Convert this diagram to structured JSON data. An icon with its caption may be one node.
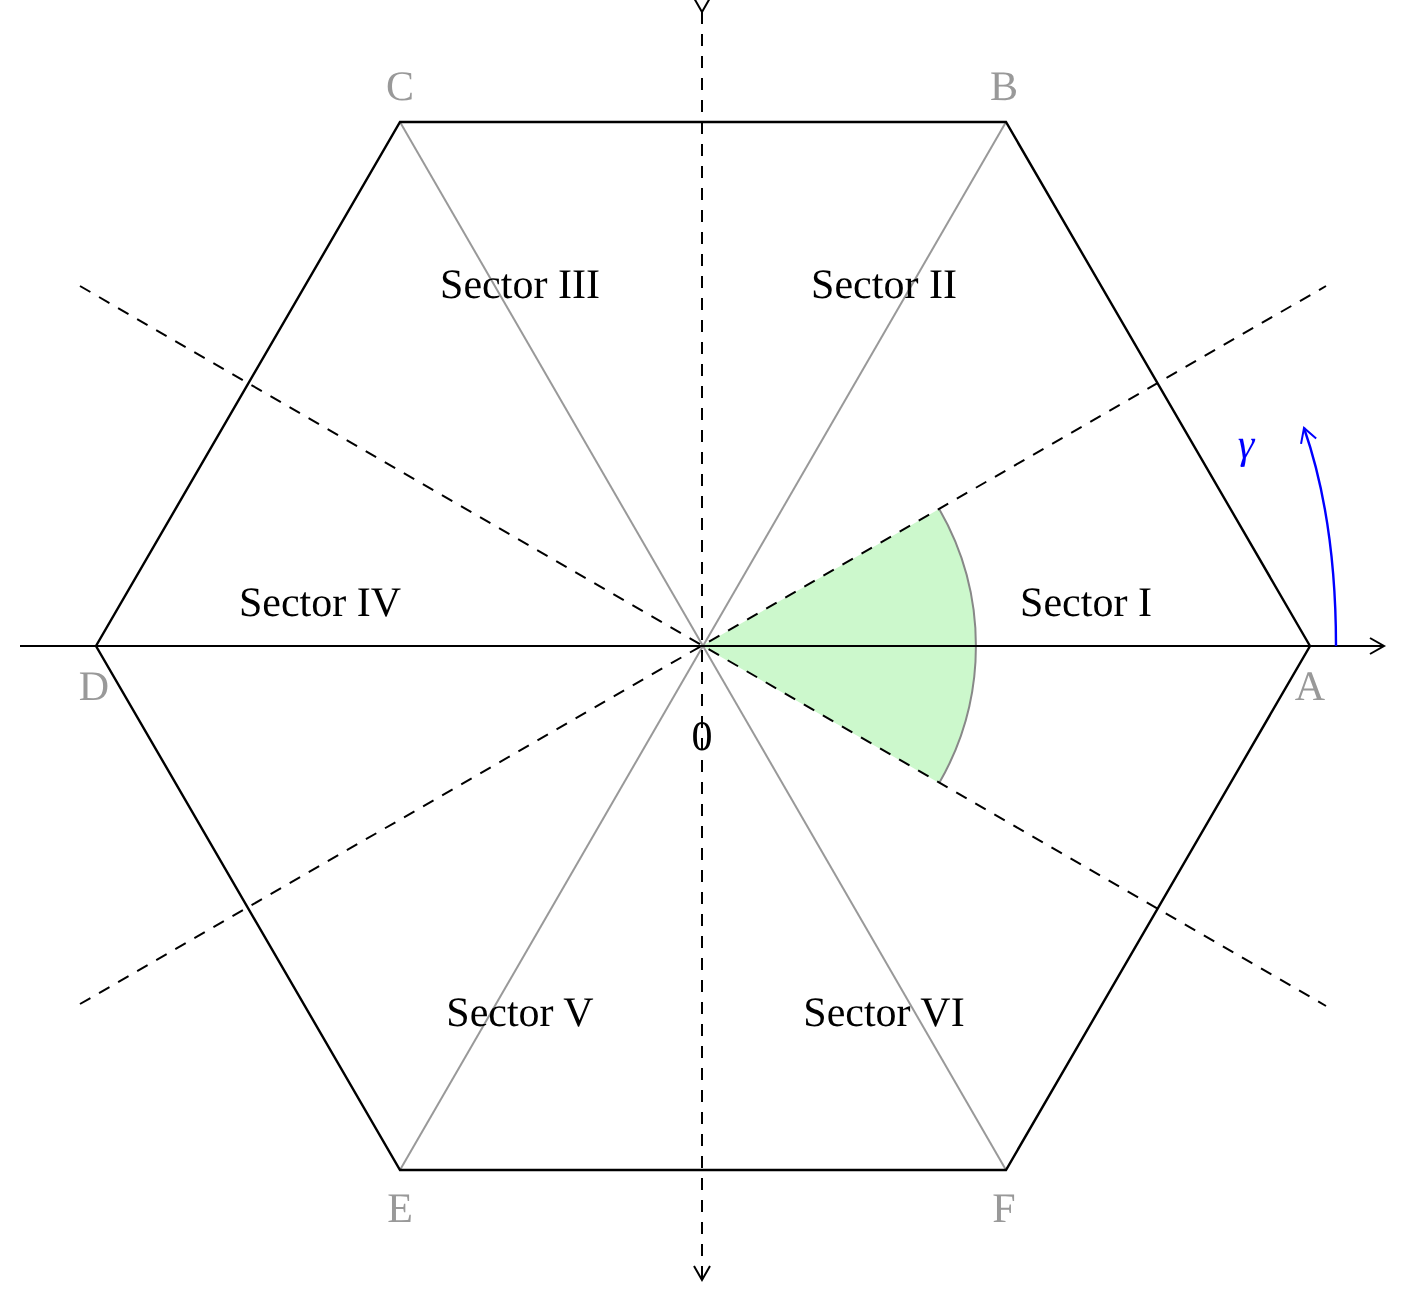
{
  "diagram": {
    "labels": [
      "C",
      "B",
      "Sector III",
      "Sector II",
      "γ",
      "Sector IV",
      "Sector I",
      "D",
      "A",
      "0",
      "Sector V",
      "Sector VI",
      "E",
      "F"
    ]
  }
}
